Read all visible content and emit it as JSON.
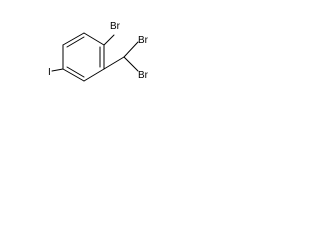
{
  "molecule": {
    "atoms": [
      {
        "id": "br_ring",
        "label": "Br"
      },
      {
        "id": "br_top",
        "label": "Br"
      },
      {
        "id": "br_bottom",
        "label": "Br"
      },
      {
        "id": "iodine",
        "label": "I"
      }
    ]
  },
  "colors": {
    "bond": "#000000",
    "label": "#000000",
    "background": "#ffffff"
  }
}
